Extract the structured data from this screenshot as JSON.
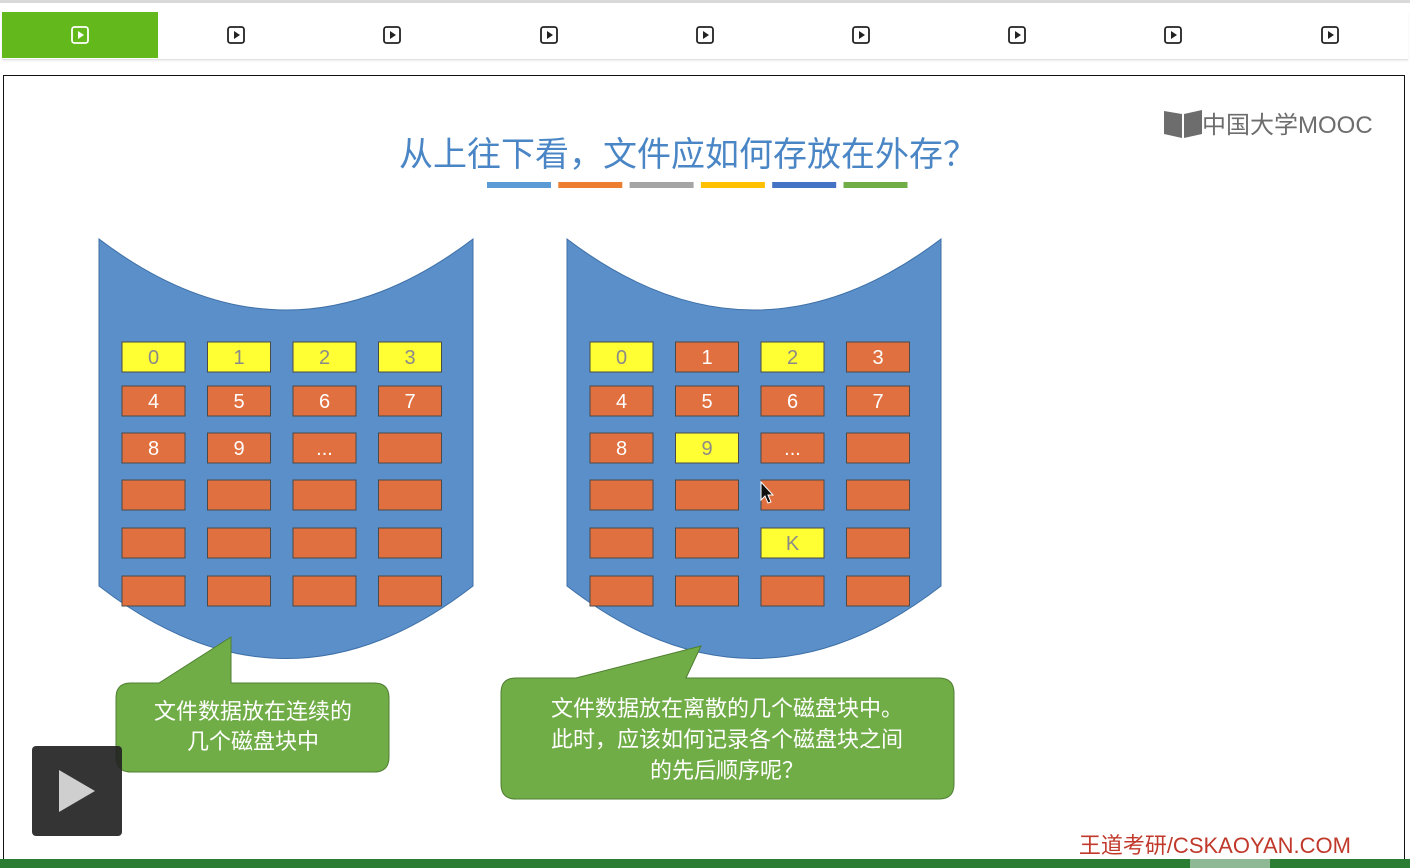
{
  "tabs": [
    {
      "icon": "play-icon",
      "active": true
    },
    {
      "icon": "play-icon",
      "active": false
    },
    {
      "icon": "play-icon",
      "active": false
    },
    {
      "icon": "play-icon",
      "active": false
    },
    {
      "icon": "play-icon",
      "active": false
    },
    {
      "icon": "play-icon",
      "active": false
    },
    {
      "icon": "play-icon",
      "active": false
    },
    {
      "icon": "play-icon",
      "active": false
    },
    {
      "icon": "play-icon",
      "active": false
    }
  ],
  "slide": {
    "title": "从上往下看，文件应如何存放在外存？",
    "logo_text": "中国大学MOOC",
    "footer": "王道考研/CSKAOYAN.COM",
    "accent_colors": [
      "#5b9bd5",
      "#ed7d31",
      "#a5a5a5",
      "#ffc000",
      "#4472c4",
      "#70ad47"
    ],
    "left_disk": [
      [
        "0",
        "1",
        "2",
        "3"
      ],
      [
        "4",
        "5",
        "6",
        "7"
      ],
      [
        "8",
        "9",
        "...",
        ""
      ],
      [
        "",
        "",
        "",
        ""
      ],
      [
        "",
        "",
        "",
        ""
      ],
      [
        "",
        "",
        "",
        ""
      ]
    ],
    "left_highlight": [
      [
        0,
        0
      ],
      [
        0,
        1
      ],
      [
        0,
        2
      ],
      [
        0,
        3
      ]
    ],
    "right_disk": [
      [
        "0",
        "1",
        "2",
        "3"
      ],
      [
        "4",
        "5",
        "6",
        "7"
      ],
      [
        "8",
        "9",
        "...",
        ""
      ],
      [
        "",
        "",
        "",
        ""
      ],
      [
        "",
        "",
        "K",
        ""
      ],
      [
        "",
        "",
        "",
        ""
      ]
    ],
    "right_highlight": [
      [
        0,
        0
      ],
      [
        0,
        2
      ],
      [
        2,
        1
      ],
      [
        4,
        2
      ]
    ],
    "callout_left": [
      "文件数据放在连续的",
      "几个磁盘块中"
    ],
    "callout_right": [
      "文件数据放在离散的几个磁盘块中。",
      "此时，应该如何记录各个磁盘块之间",
      "的先后顺序呢？"
    ]
  },
  "player": {
    "play_icon": "play-icon"
  },
  "colors": {
    "tab_active": "#63b81b",
    "disk": "#5b8fc9",
    "block": "#e0703f",
    "block_highlight": "#ffff33",
    "callout": "#70ad47",
    "title": "#4a86c5",
    "footer": "#c0392b"
  }
}
